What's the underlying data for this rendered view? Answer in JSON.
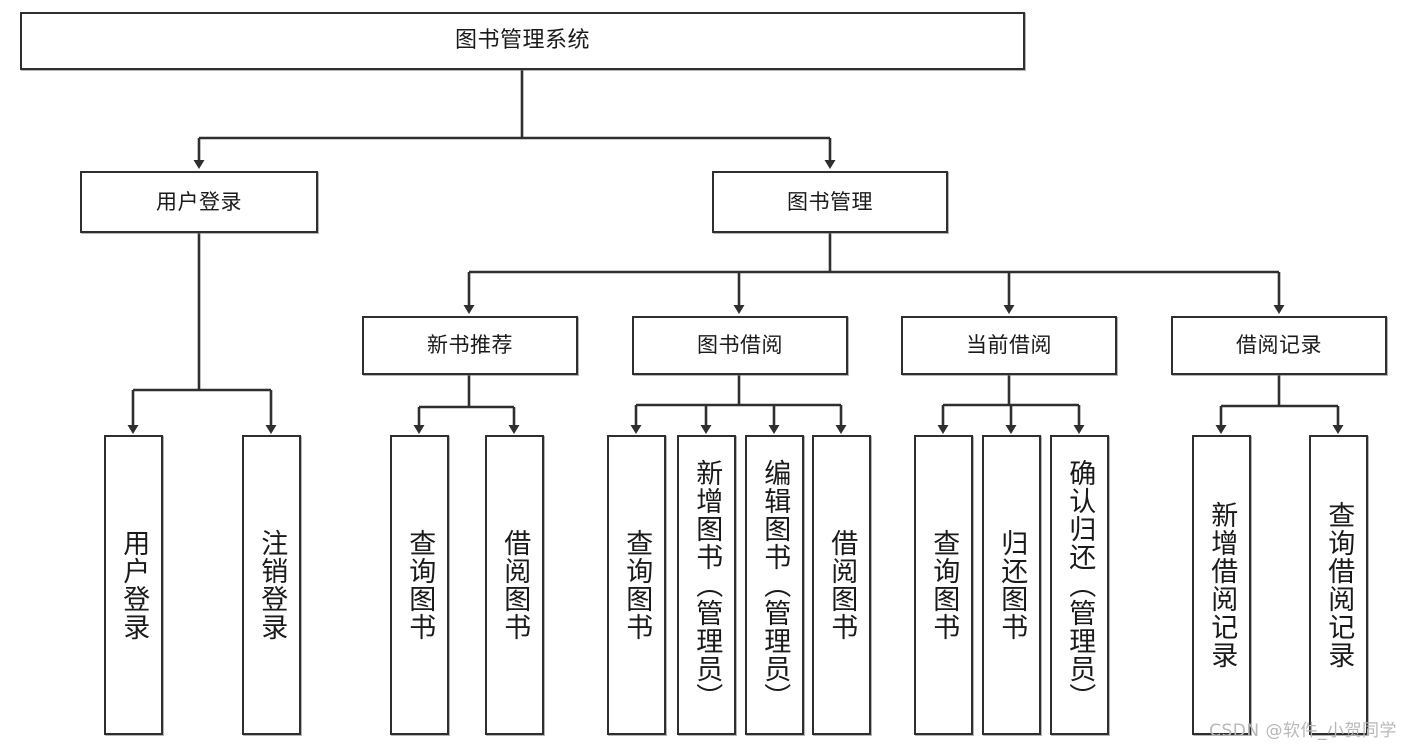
{
  "diagram": {
    "title": "图书管理系统",
    "type": "tree-hierarchy-chart",
    "colors": {
      "box_border": "#2f2f2f",
      "box_fill": "#ffffff",
      "connector": "#2f2f2f",
      "watermark": "#b8b8b8"
    },
    "nodes": {
      "root": {
        "label": "图书管理系统"
      },
      "level2": [
        {
          "label": "用户登录"
        },
        {
          "label": "图书管理"
        }
      ],
      "level3": [
        {
          "label": "新书推荐"
        },
        {
          "label": "图书借阅"
        },
        {
          "label": "当前借阅"
        },
        {
          "label": "借阅记录"
        }
      ],
      "leaves": {
        "user_login": [
          {
            "label": "用户登录"
          },
          {
            "label": "注销登录"
          }
        ],
        "new_book_recommend": [
          {
            "label": "查询图书"
          },
          {
            "label": "借阅图书"
          }
        ],
        "book_borrow": [
          {
            "label": "查询图书"
          },
          {
            "label": "新增图书（管理员）"
          },
          {
            "label": "编辑图书（管理员）"
          },
          {
            "label": "借阅图书"
          }
        ],
        "current_borrow": [
          {
            "label": "查询图书"
          },
          {
            "label": "归还图书"
          },
          {
            "label": "确认归还（管理员）"
          }
        ],
        "borrow_record": [
          {
            "label": "新增借阅记录"
          },
          {
            "label": "查询借阅记录"
          }
        ]
      }
    },
    "watermark": "CSDN @软件_小贺同学"
  }
}
